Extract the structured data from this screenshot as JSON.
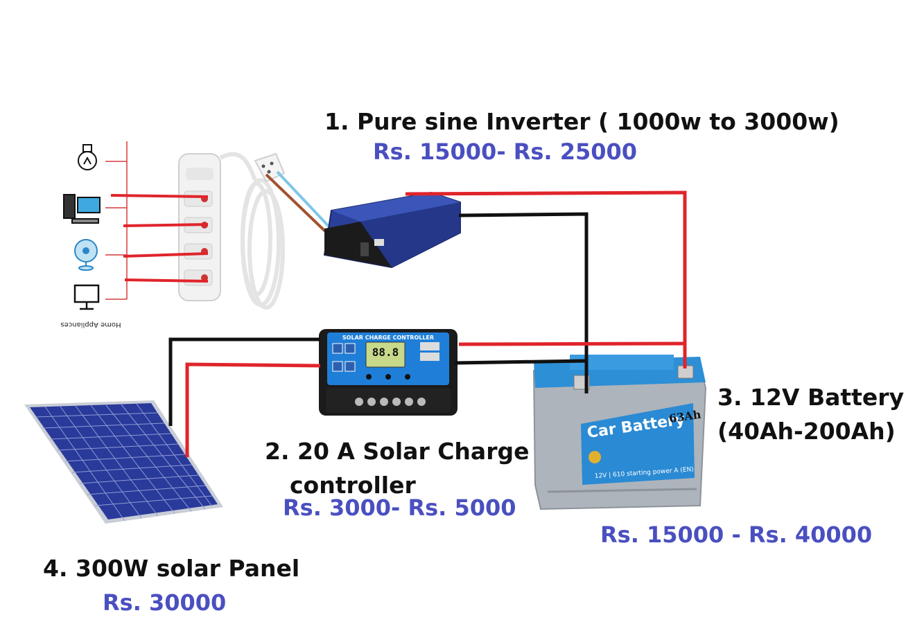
{
  "colors": {
    "price": "#4a4fc0",
    "wire_positive": "#e0242b",
    "wire_negative": "#111111",
    "panel": "#2a3a9a",
    "battery_blue": "#2d8fd6",
    "controller_blue": "#1f7fd8",
    "inverter_blue": "#2a3f9a"
  },
  "labels": {
    "inverter_title": "1. Pure sine Inverter ( 1000w to 3000w)",
    "inverter_price": "Rs. 15000- Rs. 25000",
    "controller_title_line1": "2. 20 A Solar Charge",
    "controller_title_line2": "controller",
    "controller_price": "Rs. 3000- Rs. 5000",
    "battery_title_line1": "3. 12V Battery",
    "battery_title_line2": "(40Ah-200Ah)",
    "battery_price": "Rs. 15000 - Rs. 40000",
    "panel_title": "4. 300W solar Panel",
    "panel_price": "Rs. 30000"
  },
  "device_text": {
    "appliances_caption": "Home Appliances",
    "controller_header": "SOLAR CHARGE CONTROLLER",
    "controller_display": "88.8",
    "battery_brand": "Car Battery",
    "battery_capacity": "63Ah",
    "battery_spec": "12V | 610 starting power A (EN)"
  },
  "icons": [
    "bulb-icon",
    "computer-icon",
    "fan-icon",
    "monitor-icon"
  ]
}
